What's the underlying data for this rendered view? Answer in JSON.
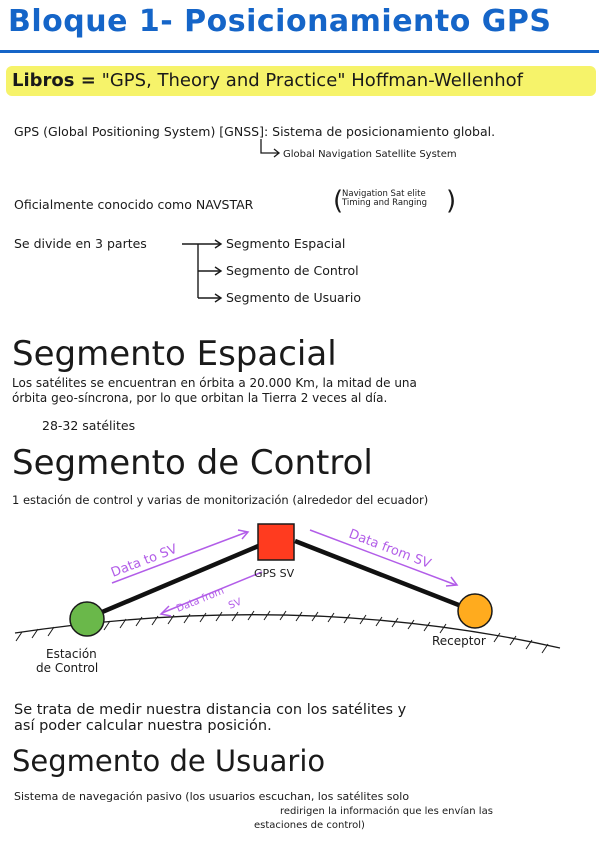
{
  "title": "Bloque 1- Posicionamiento GPS",
  "books": {
    "label": "Libros =",
    "value": "\"GPS, Theory and Practice\" Hoffman-Wellenhof"
  },
  "gps_def": {
    "line": "GPS (Global Positioning System) [GNSS]: Sistema de posicionamiento global.",
    "gnss": "Global Navigation Satellite System"
  },
  "navstar": {
    "text": "Oficialmente conocido como NAVSTAR",
    "note_line1": "Navigation Sat elite",
    "note_line2": "Timing and Ranging"
  },
  "parts": {
    "intro": "Se divide en 3 partes",
    "items": [
      "Segmento Espacial",
      "Segmento de Control",
      "Segmento de Usuario"
    ]
  },
  "space": {
    "heading": "Segmento Espacial",
    "line1": "Los satélites se encuentran en órbita a 20.000 Km, la mitad de una",
    "line2": "órbita geo-síncrona, por lo que orbitan la Tierra 2 veces al día.",
    "count": "28-32 satélites"
  },
  "control": {
    "heading": "Segmento de Control",
    "line": "1 estación de control y varias de monitorización (alrededor del ecuador)",
    "diagram": {
      "satellite_label": "GPS SV",
      "data_to": "Data to SV",
      "data_from_top": "Data from SV",
      "data_from_bottom_1": "Data from",
      "data_from_bottom_2": "SV",
      "station_1": "Estación",
      "station_2": "de Control",
      "receiver": "Receptor",
      "colors": {
        "satellite": "#ff3b1f",
        "station": "#6ab84a",
        "receiver": "#ffab1e",
        "arrow": "#b25de8"
      }
    },
    "summary_1": "Se trata de medir nuestra distancia con los satélites y",
    "summary_2": "así poder calcular nuestra posición."
  },
  "user": {
    "heading": "Segmento de Usuario",
    "line1": "Sistema de navegación pasivo (los usuarios escuchan, los satélites solo",
    "line2": "redirigen la información que les envían las",
    "line3": "estaciones de control)"
  }
}
